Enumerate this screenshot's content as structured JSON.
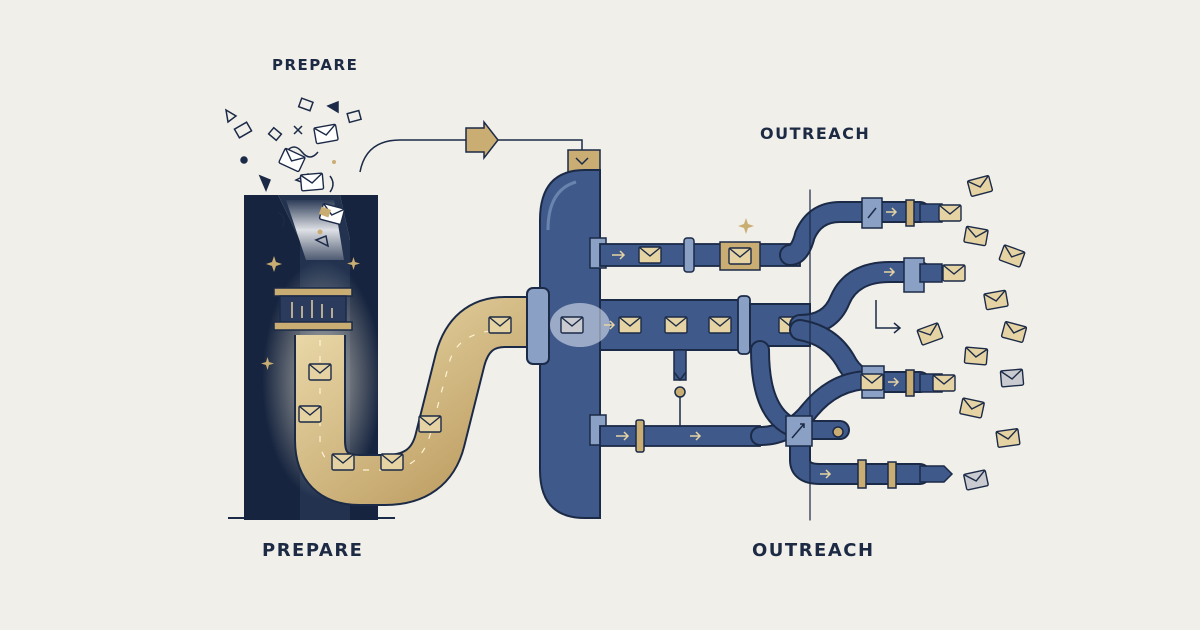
{
  "labels": {
    "prepare_top": "PREPARE",
    "prepare_bottom": "PREPARE",
    "outreach_top": "OUTREACH",
    "outreach_bottom": "OUTREACH"
  },
  "colors": {
    "background": "#f1efea",
    "navy": "#1b2a47",
    "pipe_blue": "#3f5a8a",
    "gold": "#c9ad72",
    "gold_light": "#e6d3a3",
    "ink": "#1d2a44"
  },
  "icons": {
    "envelope": "envelope-icon",
    "arrow": "arrow-right-icon",
    "sparkle": "sparkle-icon",
    "valve": "valve-icon",
    "funnel": "funnel-icon"
  }
}
